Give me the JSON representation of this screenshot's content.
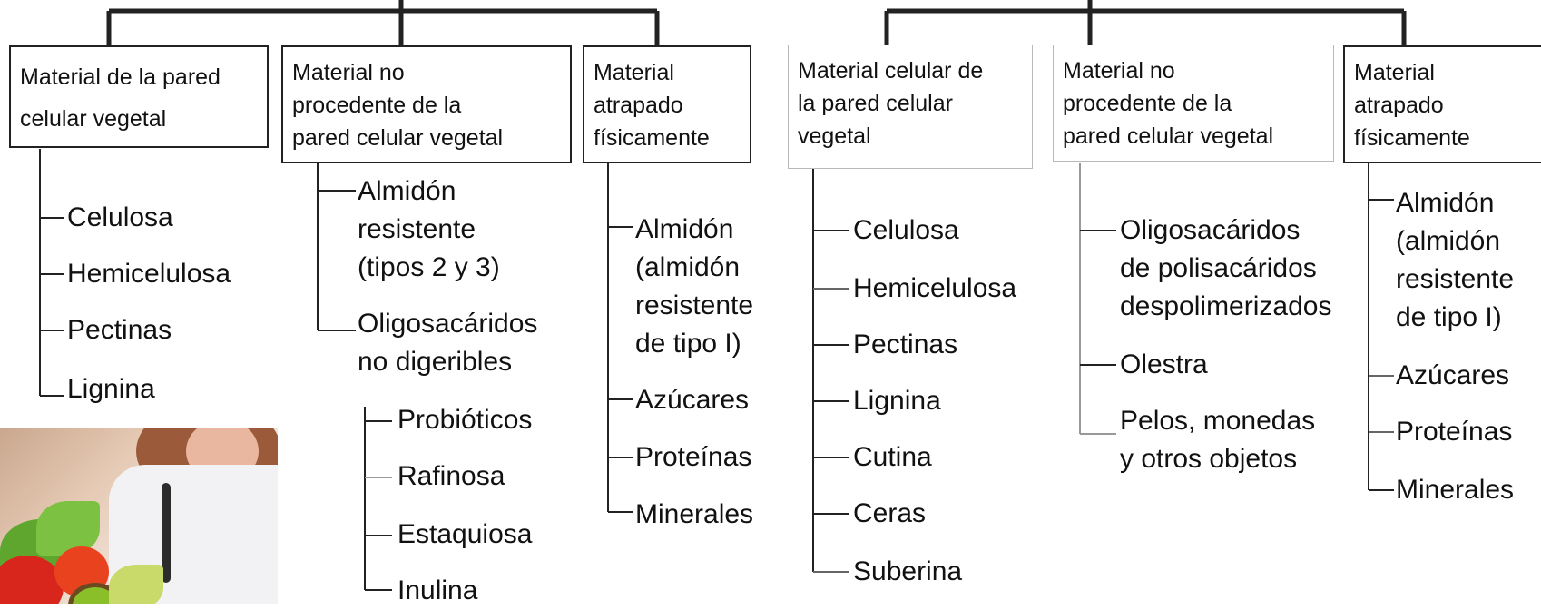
{
  "left_tree": {
    "boxes": [
      {
        "lines": [
          "Material de la pared",
          "celular vegetal"
        ],
        "items": [
          "Celulosa",
          "Hemicelulosa",
          "Pectinas",
          "Lignina"
        ]
      },
      {
        "lines": [
          "Material no",
          "procedente de la",
          "pared celular vegetal"
        ],
        "items": [
          "Almidón",
          "resistente",
          "(tipos 2 y 3)",
          "Oligosacáridos",
          "no digeribles"
        ],
        "subitems": [
          "Probióticos",
          "Rafinosa",
          "Estaquiosa",
          "Inulina"
        ]
      },
      {
        "lines": [
          "Material",
          "atrapado",
          "físicamente"
        ],
        "items": [
          "Almidón",
          "(almidón",
          "resistente",
          "de tipo I)",
          "Azúcares",
          "Proteínas",
          "Minerales"
        ]
      }
    ]
  },
  "right_tree": {
    "boxes": [
      {
        "lines": [
          "Material celular de",
          "la pared celular",
          "vegetal"
        ],
        "items": [
          "Celulosa",
          "Hemicelulosa",
          "Pectinas",
          "Lignina",
          "Cutina",
          "Ceras",
          "Suberina"
        ]
      },
      {
        "lines": [
          "Material no",
          "procedente de la",
          "pared celular vegetal"
        ],
        "items": [
          "Oligosacáridos",
          "de polisacáridos",
          "despolimerizados",
          "Olestra",
          "Pelos, monedas",
          "y otros objetos"
        ]
      },
      {
        "lines": [
          "Material",
          "atrapado",
          "físicamente"
        ],
        "items": [
          "Almidón",
          "(almidón",
          "resistente",
          "de tipo I)",
          "Azúcares",
          "Proteínas",
          "Minerales"
        ]
      }
    ]
  },
  "colors": {
    "line": "#222222",
    "soft_line": "#b9b9b9",
    "text": "#111111"
  }
}
